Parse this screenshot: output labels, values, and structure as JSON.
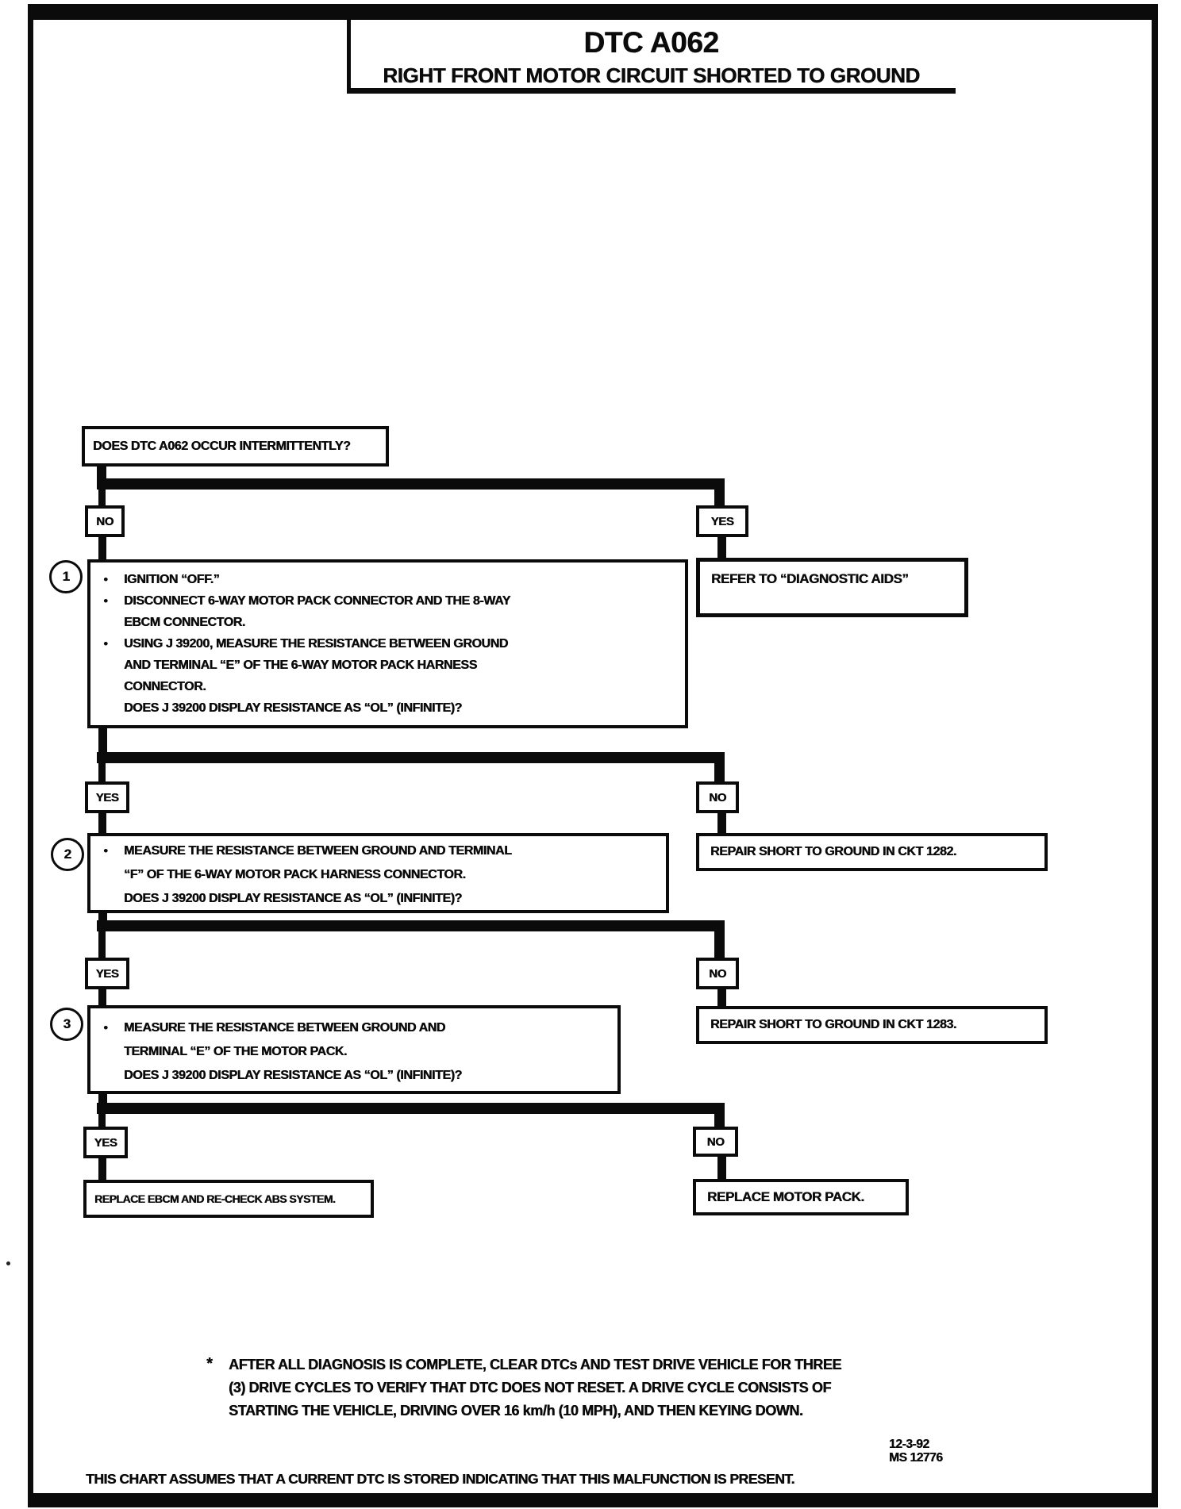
{
  "page": {
    "header": {
      "dtc_code": "DTC A062",
      "title": "RIGHT FRONT MOTOR CIRCUIT SHORTED TO GROUND"
    },
    "footer": {
      "note_star": "*",
      "note_line1": "AFTER ALL DIAGNOSIS IS COMPLETE, CLEAR DTCs AND TEST DRIVE VEHICLE FOR THREE",
      "note_line2": "(3) DRIVE CYCLES TO VERIFY THAT DTC DOES NOT RESET.  A DRIVE CYCLE CONSISTS OF",
      "note_line3": "STARTING THE VEHICLE, DRIVING OVER 16 km/h (10 MPH), AND THEN KEYING DOWN.",
      "assumption": "THIS CHART ASSUMES THAT A CURRENT DTC IS STORED INDICATING THAT THIS MALFUNCTION IS PRESENT.",
      "date": "12-3-92",
      "doc_number": "MS 12776"
    }
  },
  "flowchart": {
    "bullet_char": "●",
    "start_question": "DOES DTC A062 OCCUR INTERMITTENTLY?",
    "branch1": {
      "no_label": "NO",
      "yes_label": "YES",
      "yes_action": "REFER TO “DIAGNOSTIC AIDS”"
    },
    "step1": {
      "number": "1",
      "bullet1_line1": "IGNITION “OFF.”",
      "bullet2_line1": "DISCONNECT 6-WAY MOTOR PACK CONNECTOR AND THE 8-WAY",
      "bullet2_line2": "EBCM CONNECTOR.",
      "bullet3_line1": "USING J 39200, MEASURE THE RESISTANCE BETWEEN GROUND",
      "bullet3_line2": "AND TERMINAL “E” OF THE 6-WAY MOTOR PACK HARNESS",
      "bullet3_line3": "CONNECTOR.",
      "question": "DOES J 39200 DISPLAY RESISTANCE AS “OL” (INFINITE)?"
    },
    "branch2": {
      "yes_label": "YES",
      "no_label": "NO",
      "no_action": "REPAIR SHORT TO GROUND IN CKT 1282."
    },
    "step2": {
      "number": "2",
      "bullet1_line1": "MEASURE THE RESISTANCE BETWEEN GROUND AND TERMINAL",
      "bullet1_line2": "“F” OF THE 6-WAY MOTOR PACK HARNESS CONNECTOR.",
      "question": "DOES J 39200 DISPLAY RESISTANCE AS “OL” (INFINITE)?"
    },
    "branch3": {
      "yes_label": "YES",
      "no_label": "NO",
      "no_action": "REPAIR SHORT TO GROUND IN CKT 1283."
    },
    "step3": {
      "number": "3",
      "bullet1_line1": "MEASURE THE RESISTANCE BETWEEN GROUND AND",
      "bullet1_line2": "TERMINAL “E” OF THE MOTOR PACK.",
      "question": "DOES J 39200 DISPLAY RESISTANCE AS “OL” (INFINITE)?"
    },
    "branch4": {
      "yes_label": "YES",
      "no_label": "NO",
      "yes_action": "REPLACE EBCM AND RE-CHECK ABS SYSTEM.",
      "no_action": "REPLACE MOTOR PACK."
    }
  }
}
